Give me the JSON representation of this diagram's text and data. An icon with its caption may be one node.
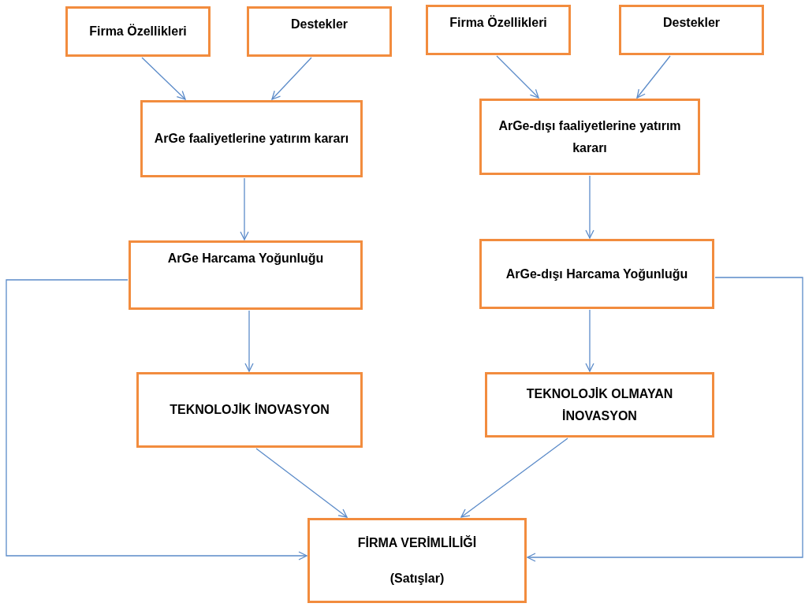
{
  "diagram": {
    "nodes": [
      {
        "text": [
          "Firma Özellikleri"
        ]
      },
      {
        "text": [
          "Destekler"
        ]
      },
      {
        "text": [
          "ArGe faaliyetlerine yatırım kararı"
        ]
      },
      {
        "text": [
          "ArGe Harcama Yoğunluğu"
        ]
      },
      {
        "text": [
          "TEKNOLOJİK İNOVASYON"
        ]
      },
      {
        "text": [
          "Firma Özellikleri"
        ]
      },
      {
        "text": [
          "Destekler"
        ]
      },
      {
        "text": [
          "ArGe-dışı faaliyetlerine yatırım kararı"
        ]
      },
      {
        "text": [
          "ArGe-dışı Harcama Yoğunluğu"
        ]
      },
      {
        "text": [
          "TEKNOLOJİK OLMAYAN İNOVASYON"
        ]
      },
      {
        "text": [
          "FİRMA VERİMLİLİĞİ",
          "(Satışlar)"
        ]
      }
    ],
    "edges": [
      {
        "from": 0,
        "to": 2,
        "arrow": "to"
      },
      {
        "from": 1,
        "to": 2,
        "arrow": "to"
      },
      {
        "from": 2,
        "to": 3,
        "arrow": "to"
      },
      {
        "from": 3,
        "to": 4,
        "arrow": "to"
      },
      {
        "from": 4,
        "to": 10,
        "arrow": "to"
      },
      {
        "from": 9,
        "to": 10,
        "arrow": "to"
      },
      {
        "from": 3,
        "to": 10,
        "arrow": "to"
      },
      {
        "from": 5,
        "to": 7,
        "arrow": "to"
      },
      {
        "from": 6,
        "to": 7,
        "arrow": "to"
      },
      {
        "from": 7,
        "to": 8,
        "arrow": "to"
      },
      {
        "from": 8,
        "to": 9,
        "arrow": "to"
      },
      {
        "from": 8,
        "to": 10,
        "arrow": "to"
      }
    ]
  }
}
